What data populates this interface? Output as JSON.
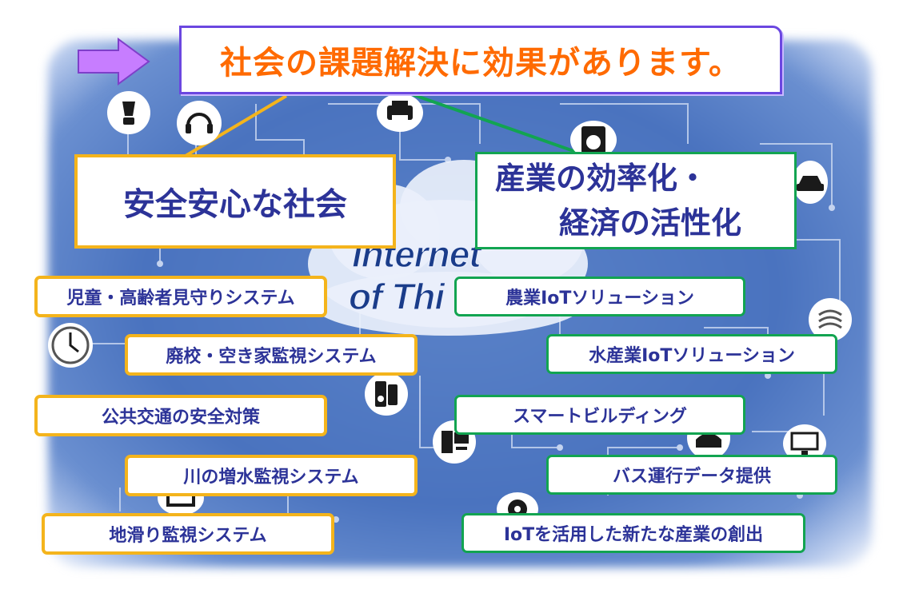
{
  "headline": "社会の課題解決に効果があります。",
  "safety_title": "安全安心な社会",
  "industry_title_line1": "産業の効率化・",
  "industry_title_line2": "経済の活性化",
  "background_text_line1": "Internet",
  "background_text_line2": "of Thi",
  "safety_items": [
    "児童・高齢者見守りシステム",
    "廃校・空き家監視システム",
    "公共交通の安全対策",
    "川の増水監視システム",
    "地滑り監視システム"
  ],
  "industry_items": [
    "農業IoTソリューション",
    "水産業IoTソリューション",
    "スマートビルディング",
    "バス運行データ提供",
    "IoTを活用した新たな産業の創出"
  ],
  "colors": {
    "headline_text": "#ff6a00",
    "headline_border": "#6b47e0",
    "arrow": "#c77dff",
    "safety_border": "#f4b41c",
    "industry_border": "#12a451",
    "label_text": "#2c3398",
    "background": "#4a73bf"
  },
  "icons": [
    "blender-icon",
    "headset-icon",
    "printer-icon",
    "washing-machine-icon",
    "car-icon",
    "clock-icon",
    "speaker-icon",
    "computer-icon",
    "phone-icon",
    "monitor-icon",
    "fan-icon",
    "tv-icon",
    "cloud-icon",
    "right-arrow-icon"
  ]
}
